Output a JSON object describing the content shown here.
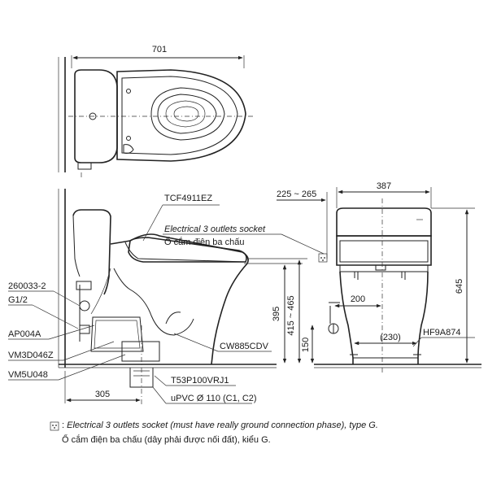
{
  "dimensions": {
    "top_width": "701",
    "front_range": "225 ~ 265",
    "front_width": "387",
    "front_height": "645",
    "side_height": "395",
    "side_range": "415 ~ 465",
    "side_150": "150",
    "front_200": "200",
    "front_230": "(230)",
    "rough_in": "305"
  },
  "labels": {
    "seat": "TCF4911EZ",
    "socket_en": "Electrical 3 outlets socket",
    "socket_vn": "Ổ cắm điện ba chấu",
    "part1": "260033-2",
    "part2": "G1/2",
    "part3": "AP004A",
    "part4": "VM3D046Z",
    "part5": "VM5U048",
    "bowl": "CW885CDV",
    "flange": "T53P100VRJ1",
    "pipe": "uPVC Ø 110 (C1, C2)",
    "front_part": "HF9A874"
  },
  "notes": {
    "line1_en": "Electrical 3 outlets socket (must have really ground connection phase), type G.",
    "line2_vn": "Ổ cắm điện ba chấu (dây phải được nối đất), kiểu G."
  }
}
